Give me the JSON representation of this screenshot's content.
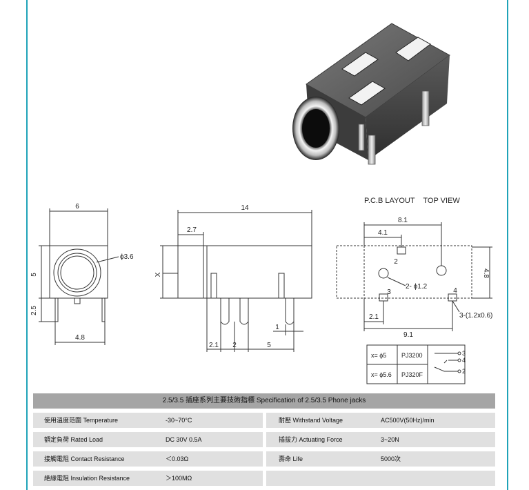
{
  "drawing": {
    "front_view": {
      "width_label": "6",
      "height_label": "5",
      "lower_height_label": "2.5",
      "pin_span_label": "4.8",
      "bore_label": "ϕ3.6"
    },
    "side_view": {
      "length_label": "14",
      "offset_label": "2.7",
      "x_label": "X",
      "pin_pitch_a_label": "2.1",
      "pin_pitch_b_label": "2",
      "pin_pitch_c_label": "5",
      "pin_width_label": "1"
    },
    "pcb_layout": {
      "title": "P.C.B LAYOUT    TOP VIEW",
      "dim_8_1": "8.1",
      "dim_4_1": "4.1",
      "dim_4_8": "4.8",
      "dim_2_1": "2.1",
      "dim_9_1": "9.1",
      "pad_2": "2",
      "pad_3": "3",
      "pad_4": "4",
      "hole_label": "2- ϕ1.2",
      "slot_label": "3-(1.2x0.6)"
    },
    "model_table": {
      "rows": [
        {
          "x": "x= ϕ5",
          "model": "PJ3200"
        },
        {
          "x": "x= ϕ5.6",
          "model": "PJ320F"
        }
      ],
      "schematic_pins": [
        "3",
        "4",
        "2"
      ]
    }
  },
  "spec": {
    "header": "2.5/3.5 插座系列主要技術指標  Specification of 2.5/3.5 Phone jacks",
    "rows": [
      {
        "label_l": "使用溫度范圍 Temperature",
        "value_l": "-30~70°C",
        "label_r": "耐壓 Withstand Voltage",
        "value_r": "AC500V(50Hz)/min"
      },
      {
        "label_l": "額定負荷 Rated Load",
        "value_l": "DC 30V 0.5A",
        "label_r": "插拔力 Actuating Force",
        "value_r": "3~20N"
      },
      {
        "label_l": "接觸電阻 Contact Resistance",
        "value_l": "＜0.03Ω",
        "label_r": "壽命 Life",
        "value_r": "5000次"
      },
      {
        "label_l": "絶緣電阻 Insulation Resistance",
        "value_l": "＞100MΩ",
        "label_r": "",
        "value_r": ""
      }
    ]
  }
}
